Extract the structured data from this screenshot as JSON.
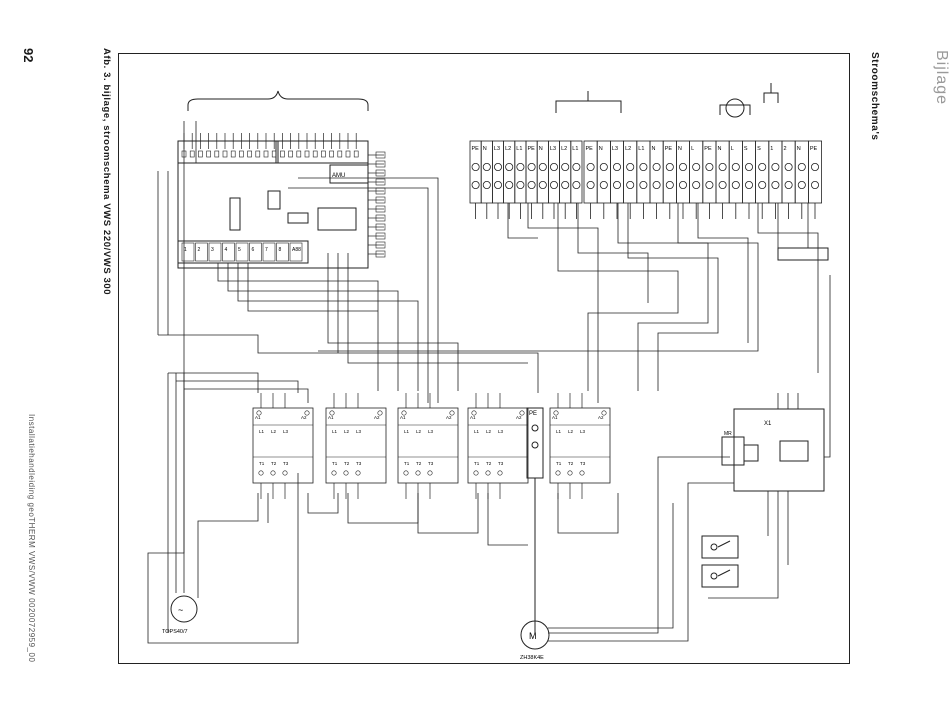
{
  "page": {
    "number": "92",
    "chapter": "Bijlage",
    "section": "Stroomschema's",
    "caption": "Afb. 3. bijlage, stroomschema VWS 220/VWS 300",
    "footer": "Installatiehandleiding geoTHERM VWS/VWW 0020072959_00"
  },
  "diagram": {
    "board_label": "AMU",
    "panel_labels": [
      "X1",
      "MR"
    ],
    "bottom_terminals": [
      "1",
      "2",
      "3",
      "4",
      "5",
      "6",
      "7",
      "8",
      "A88"
    ],
    "terminal_block_a": [
      "PE",
      "N",
      "L3",
      "L2",
      "L1",
      "PE",
      "N",
      "L3",
      "L2",
      "L1"
    ],
    "terminal_block_b": [
      "PE",
      "N",
      "L3",
      "L2",
      "L1",
      "N",
      "PE",
      "N",
      "L",
      "PE",
      "N",
      "L",
      "S",
      "S",
      "1",
      "2",
      "N",
      "PE"
    ],
    "contactor_labels": [
      "A1",
      "A2",
      "L1",
      "L2",
      "L3",
      "T1",
      "T2",
      "T3"
    ],
    "pe_label": "PE",
    "pump_label": "TOPS40/7",
    "compressor_label": "ZH38K4E"
  }
}
